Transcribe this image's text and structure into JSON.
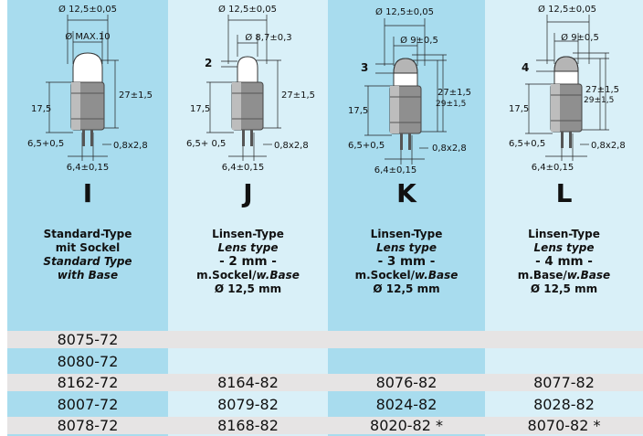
{
  "columns": [
    {
      "letter": "I",
      "dims": {
        "outer_dia": "Ø 12,5±0,05",
        "inner_dia": "Ø MAX.10",
        "height": "27±1,5",
        "height2": "",
        "body": "17,5",
        "base": "6,5+0,5",
        "pin": "0,8x2,8",
        "pitch": "6,4±0,15",
        "tip": ""
      },
      "desc": {
        "line1": "Standard-Type",
        "line2": "mit Sockel",
        "line3": "Standard Type",
        "line4": "with Base",
        "line5": ""
      }
    },
    {
      "letter": "J",
      "dims": {
        "outer_dia": "Ø 12,5±0,05",
        "inner_dia": "Ø 8,7±0,3",
        "height": "27±1,5",
        "height2": "",
        "body": "17,5",
        "base": "6,5+ 0,5",
        "pin": "0,8x2,8",
        "pitch": "6,4±0,15",
        "tip": "2"
      },
      "desc": {
        "line1": "Linsen-Type",
        "line2": "Lens type",
        "line3": "- 2 mm -",
        "line4a": "m.Sockel/",
        "line4b": "w.Base",
        "line5": "Ø  12,5 mm"
      }
    },
    {
      "letter": "K",
      "dims": {
        "outer_dia": "Ø 12,5±0,05",
        "inner_dia": "Ø 9±0,5",
        "height": "27±1,5",
        "height2": "29±1,5",
        "body": "17,5",
        "base": "6,5+0,5",
        "pin": "0,8x2,8",
        "pitch": "6,4±0,15",
        "tip": "3"
      },
      "desc": {
        "line1": "Linsen-Type",
        "line2": "Lens type",
        "line3": "- 3 mm -",
        "line4a": "m.Sockel/",
        "line4b": "w.Base",
        "line5": "Ø 12,5 mm"
      }
    },
    {
      "letter": "L",
      "dims": {
        "outer_dia": "Ø 12,5±0,05",
        "inner_dia": "Ø 9±0,5",
        "height": "27±1,5",
        "height2": "29±1,5",
        "body": "17,5",
        "base": "6,5+0,5",
        "pin": "0,8x2,8",
        "pitch": "6,4±0,15",
        "tip": "4"
      },
      "desc": {
        "line1": "Linsen-Type",
        "line2": "Lens type",
        "line3": "- 4 mm -",
        "line4a": "m.Base/",
        "line4b": "w.Base",
        "line5": "Ø 12,5 mm"
      }
    }
  ],
  "rows": [
    [
      "8075-72",
      "",
      "",
      ""
    ],
    [
      "8080-72",
      "",
      "",
      ""
    ],
    [
      "8162-72",
      "8164-82",
      "8076-82",
      "8077-82"
    ],
    [
      "8007-72",
      "8079-82",
      "8024-82",
      "8028-82"
    ],
    [
      "8078-72",
      "8168-82",
      "8020-82 *",
      "8070-82 *"
    ]
  ],
  "colors": {
    "band_dark": "#a8dcee",
    "band_light": "#d9f0f8",
    "row_grey": "#e6e4e4"
  }
}
